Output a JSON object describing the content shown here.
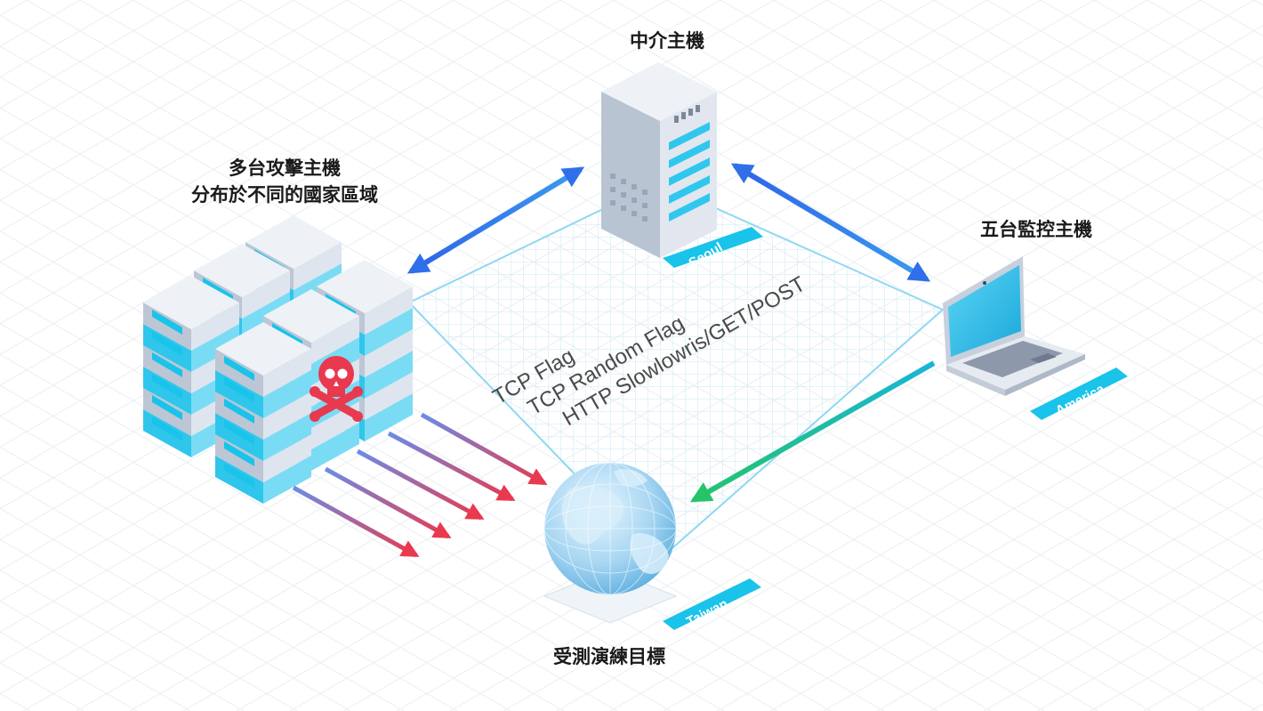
{
  "nodes": {
    "relay": {
      "label": "中介主機",
      "location": "Seoul"
    },
    "attackers": {
      "label_line1": "多台攻擊主機",
      "label_line2": "分布於不同的國家區域"
    },
    "monitors": {
      "label": "五台監控主機",
      "location": "America"
    },
    "target": {
      "label": "受測演練目標",
      "location": "Taiwan"
    }
  },
  "attack_types": [
    "TCP Flag",
    "TCP Random Flag",
    "HTTP Slowlowris/GET/POST"
  ],
  "colors": {
    "accent_cyan": "#19c3ea",
    "link_blue": "#2f63e8",
    "attack_red": "#e8394f",
    "monitor_green": "#25c46a",
    "grid_line": "#bfe6f5"
  },
  "icons": {
    "relay": "server-tower-icon",
    "attackers": "server-rack-cluster-icon",
    "malware": "skull-crossbones-icon",
    "monitors": "laptop-icon",
    "target": "globe-icon"
  }
}
